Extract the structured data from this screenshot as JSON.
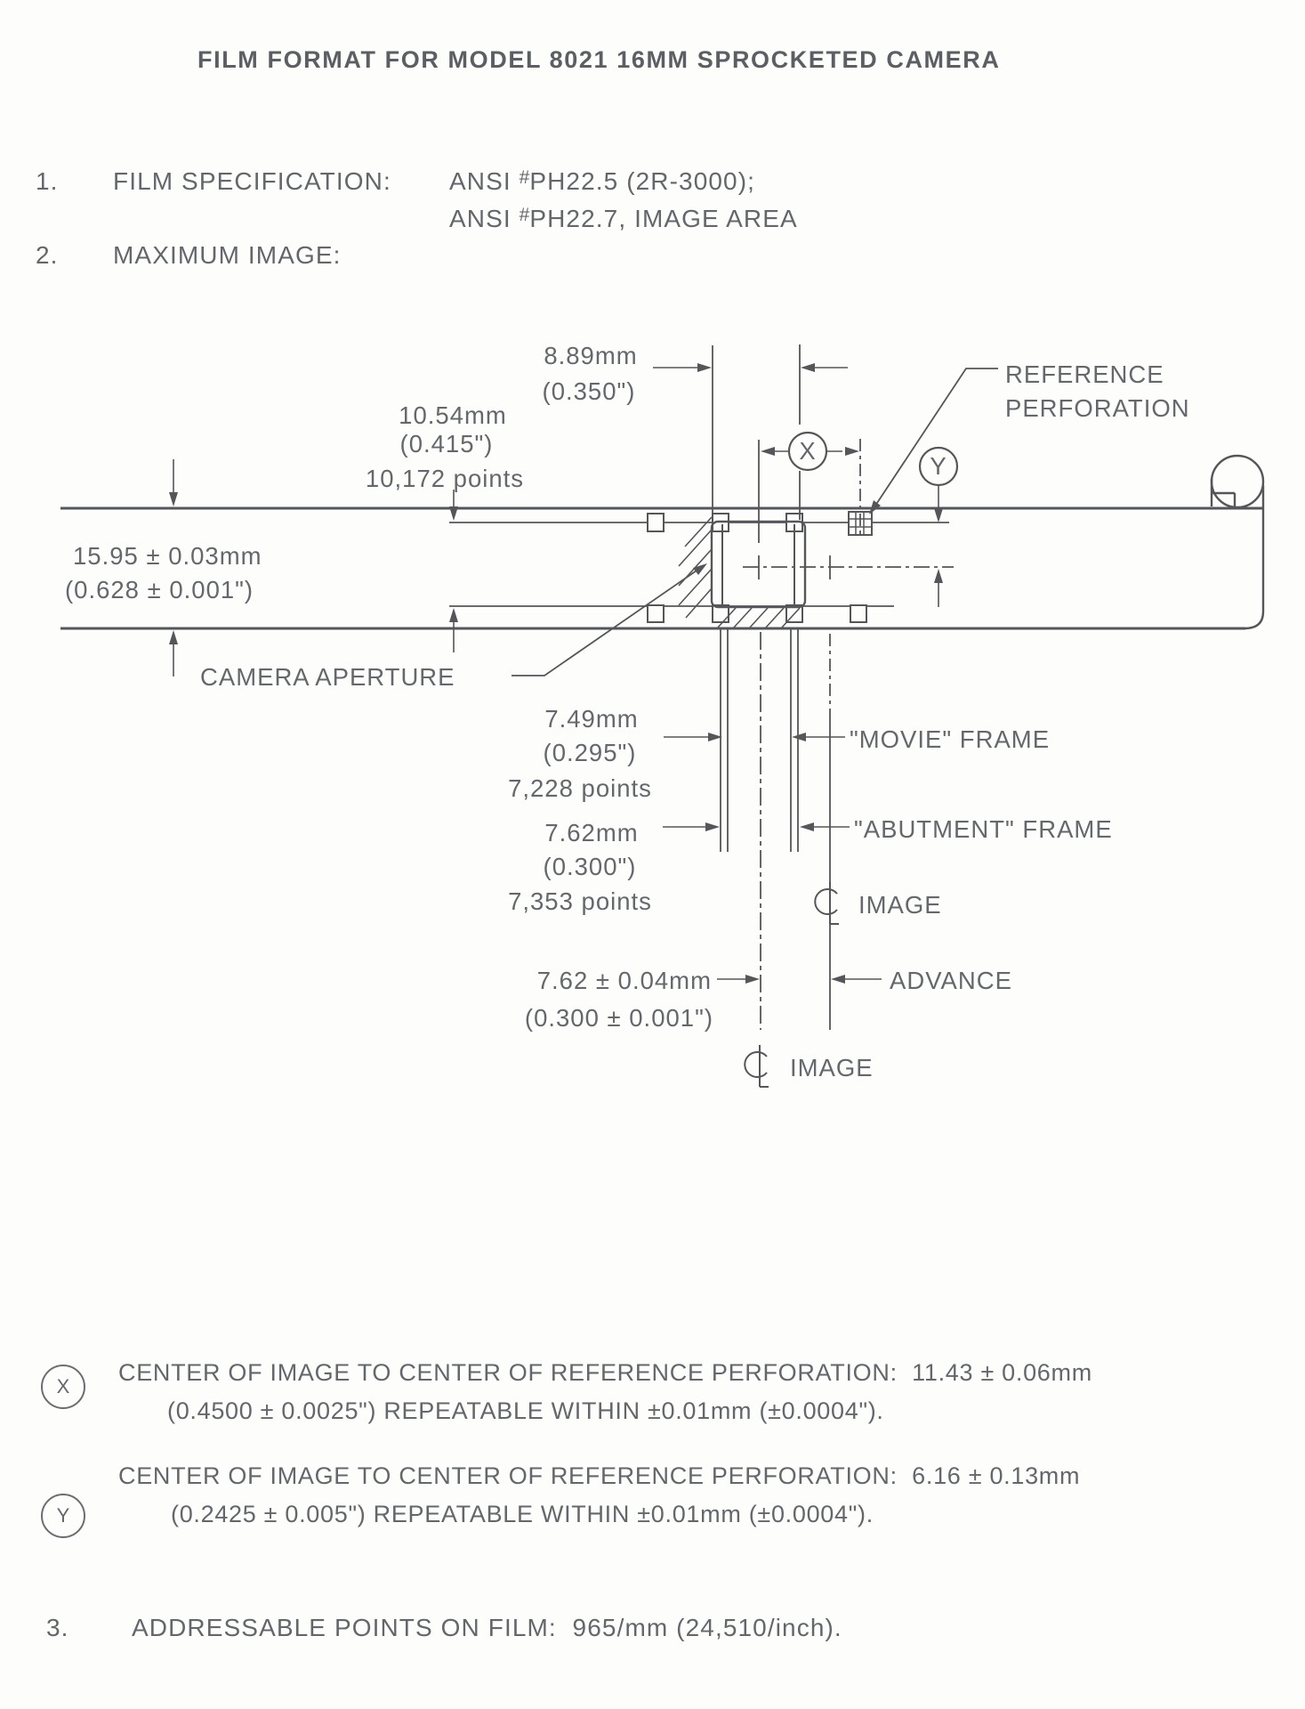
{
  "title": "FILM FORMAT FOR MODEL 8021 16MM SPROCKETED CAMERA",
  "items": {
    "one": {
      "num": "1.",
      "label": "FILM SPECIFICATION:",
      "l1a": "ANSI ",
      "l1sup": "#",
      "l1b": "PH22.5 (2R-3000);",
      "l2a": "ANSI ",
      "l2sup": "#",
      "l2b": "PH22.7, IMAGE AREA"
    },
    "two": {
      "num": "2.",
      "label": "MAXIMUM IMAGE:"
    },
    "three": {
      "num": "3.",
      "label": "ADDRESSABLE POINTS ON FILM:  965/mm (24,510/inch)."
    }
  },
  "diagram": {
    "dim_889": {
      "mm": "8.89mm",
      "in": "(0.350\")"
    },
    "dim_1054": {
      "mm": "10.54mm",
      "in": "(0.415\")",
      "points": "10,172 points"
    },
    "dim_1595": {
      "mm": "15.95 ± 0.03mm",
      "in": "(0.628 ± 0.001\")"
    },
    "dim_749": {
      "mm": "7.49mm",
      "in": "(0.295\")",
      "points": "7,228 points"
    },
    "dim_762": {
      "mm": "7.62mm",
      "in": "(0.300\")",
      "points": "7,353 points"
    },
    "dim_762adv": {
      "mm": "7.62 ± 0.04mm",
      "in": "(0.300 ± 0.001\")"
    },
    "labels": {
      "reference_perforation_1": "REFERENCE",
      "reference_perforation_2": "PERFORATION",
      "camera_aperture": "CAMERA APERTURE",
      "movie_frame": "\"MOVIE\" FRAME",
      "abutment_frame": "\"ABUTMENT\" FRAME",
      "image_upper": "IMAGE",
      "advance": "ADVANCE",
      "image_lower": "IMAGE",
      "x_marker": "X",
      "y_marker": "Y"
    }
  },
  "notes": {
    "x": {
      "badge": "X",
      "line1": "CENTER OF IMAGE TO CENTER OF REFERENCE PERFORATION:  11.43 ± 0.06mm",
      "line2": "(0.4500 ± 0.0025\") REPEATABLE WITHIN ±0.01mm (±0.0004\")."
    },
    "y": {
      "badge": "Y",
      "line1": "CENTER OF IMAGE TO CENTER OF REFERENCE PERFORATION:  6.16 ± 0.13mm",
      "line2": "(0.2425 ± 0.005\") REPEATABLE WITHIN ±0.01mm (±0.0004\")."
    }
  },
  "colors": {
    "ink": "#54565a",
    "text": "#64686c",
    "paper": "#fdfdfc"
  }
}
